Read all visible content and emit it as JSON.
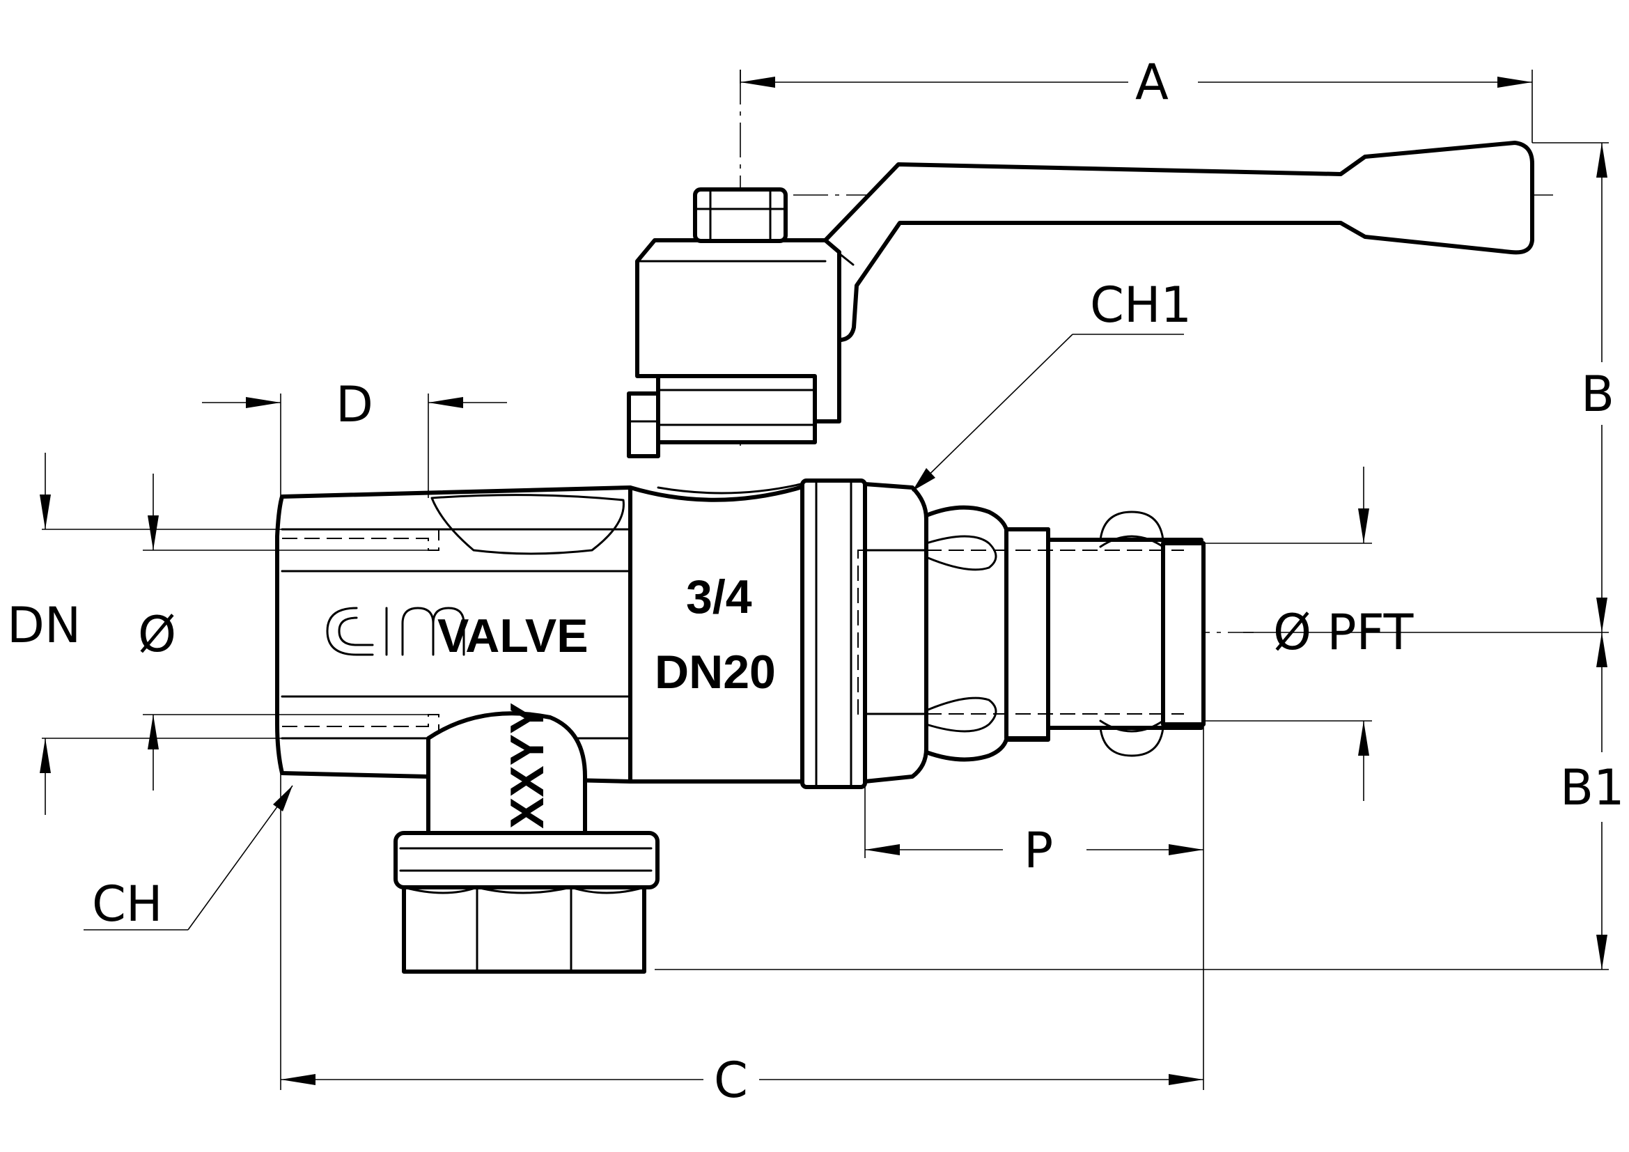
{
  "dimension_labels": {
    "A": "A",
    "B": "B",
    "B1": "B1",
    "C": "C",
    "D": "D",
    "DN": "DN",
    "diameter": "Ø",
    "diameter_pft": "Ø  PFT",
    "P": "P",
    "CH": "CH",
    "CH1": "CH1"
  },
  "body_markings": {
    "brand": "CIM",
    "model": "VALVE",
    "size_inch": "3/4",
    "size_dn": "DN20",
    "date_code": "XXYY"
  },
  "line_color": "#000000",
  "background_color": "#ffffff"
}
